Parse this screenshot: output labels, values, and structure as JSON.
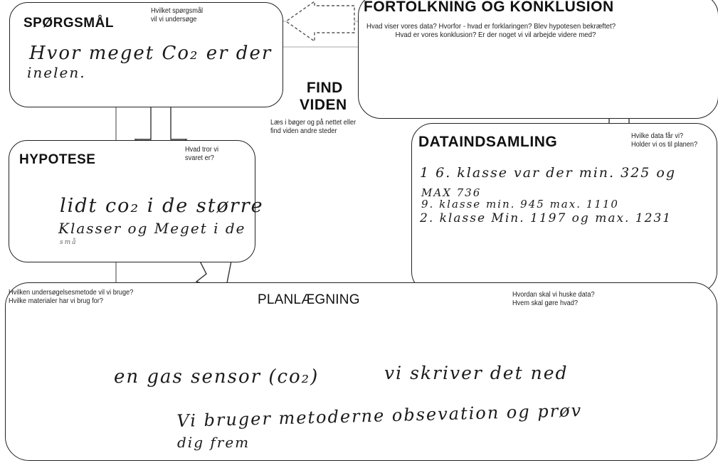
{
  "question": {
    "title": "SPØRGSMÅL",
    "prompt_line1": "Hvilket spørgsmål",
    "prompt_line2": "vil vi undersøge",
    "answer_line1": "Hvor meget  Co₂ er der",
    "answer_line2": "inelen."
  },
  "interpretation": {
    "title": "FORTOLKNING OG KONKLUSION",
    "prompt_line1": "Hvad viser vores data? Hvorfor - hvad er forklaringen? Blev hypotesen bekræftet?",
    "prompt_line2": "Hvad er vores konklusion? Er der noget vi vil arbejde videre med?"
  },
  "find_knowledge": {
    "title_line1": "FIND",
    "title_line2": "VIDEN",
    "text_line1": "Læs i bøger og på nettet eller",
    "text_line2": "find viden andre steder"
  },
  "hypothesis": {
    "title": "HYPOTESE",
    "prompt_line1": "Hvad tror vi",
    "prompt_line2": "svaret er?",
    "answer_line1": "lidt  co₂ i de  større",
    "answer_line2": "Klasser og Meget i de",
    "answer_line3": "små"
  },
  "data_collection": {
    "title": "DATAINDSAMLING",
    "prompt_line1": "Hvilke data får vi?",
    "prompt_line2": "Holder vi os til planen?",
    "line1": "1  6. klasse  var  der   min. 325 og",
    "line2": "MAX 736",
    "line3": "9.  klasse  min. 945  max. 1110",
    "line4": "2.  klasse   Min. 1197   og  max. 1231"
  },
  "planning": {
    "title": "PLANLÆGNING",
    "prompt_left_line1": "Hvilken undersøgelsesmetode vil vi bruge?",
    "prompt_left_line2": "Hvilke materialer har vi brug for?",
    "prompt_right_line1": "Hvordan skal vi huske data?",
    "prompt_right_line2": "Hvem skal gøre hvad?",
    "answer_line1a": "en gas sensor (co₂)",
    "answer_line1b": "vi skriver  det  ned",
    "answer_line2": "Vi   bruger   metoderne   obsevation  og  prøv",
    "answer_line3": "dig frem"
  }
}
